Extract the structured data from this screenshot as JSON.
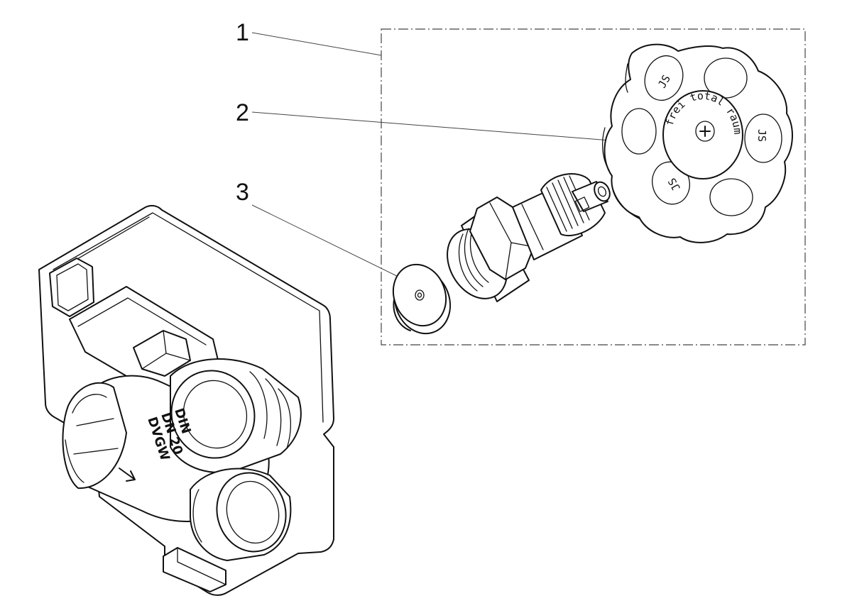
{
  "callouts": [
    {
      "number": "1",
      "part": "repair-set-frame"
    },
    {
      "number": "2",
      "part": "handwheel"
    },
    {
      "number": "3",
      "part": "sealing-washer"
    }
  ],
  "handwheel": {
    "ring_text": "frei total raum",
    "logo_text": "JS"
  },
  "valve_body": {
    "marking_lines": [
      "DIN",
      "DN 20",
      "DVGW"
    ]
  }
}
